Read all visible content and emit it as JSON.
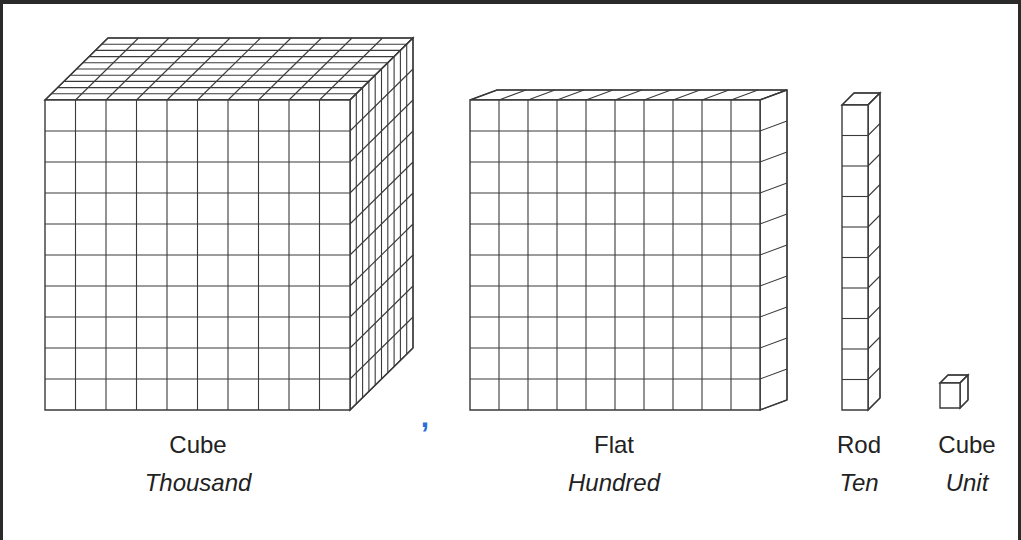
{
  "diagram": {
    "labels": [
      "Cube",
      "Thousand",
      ",",
      "Flat",
      "Hundred",
      "Rod",
      "Ten",
      "Cube",
      "Unit"
    ]
  }
}
